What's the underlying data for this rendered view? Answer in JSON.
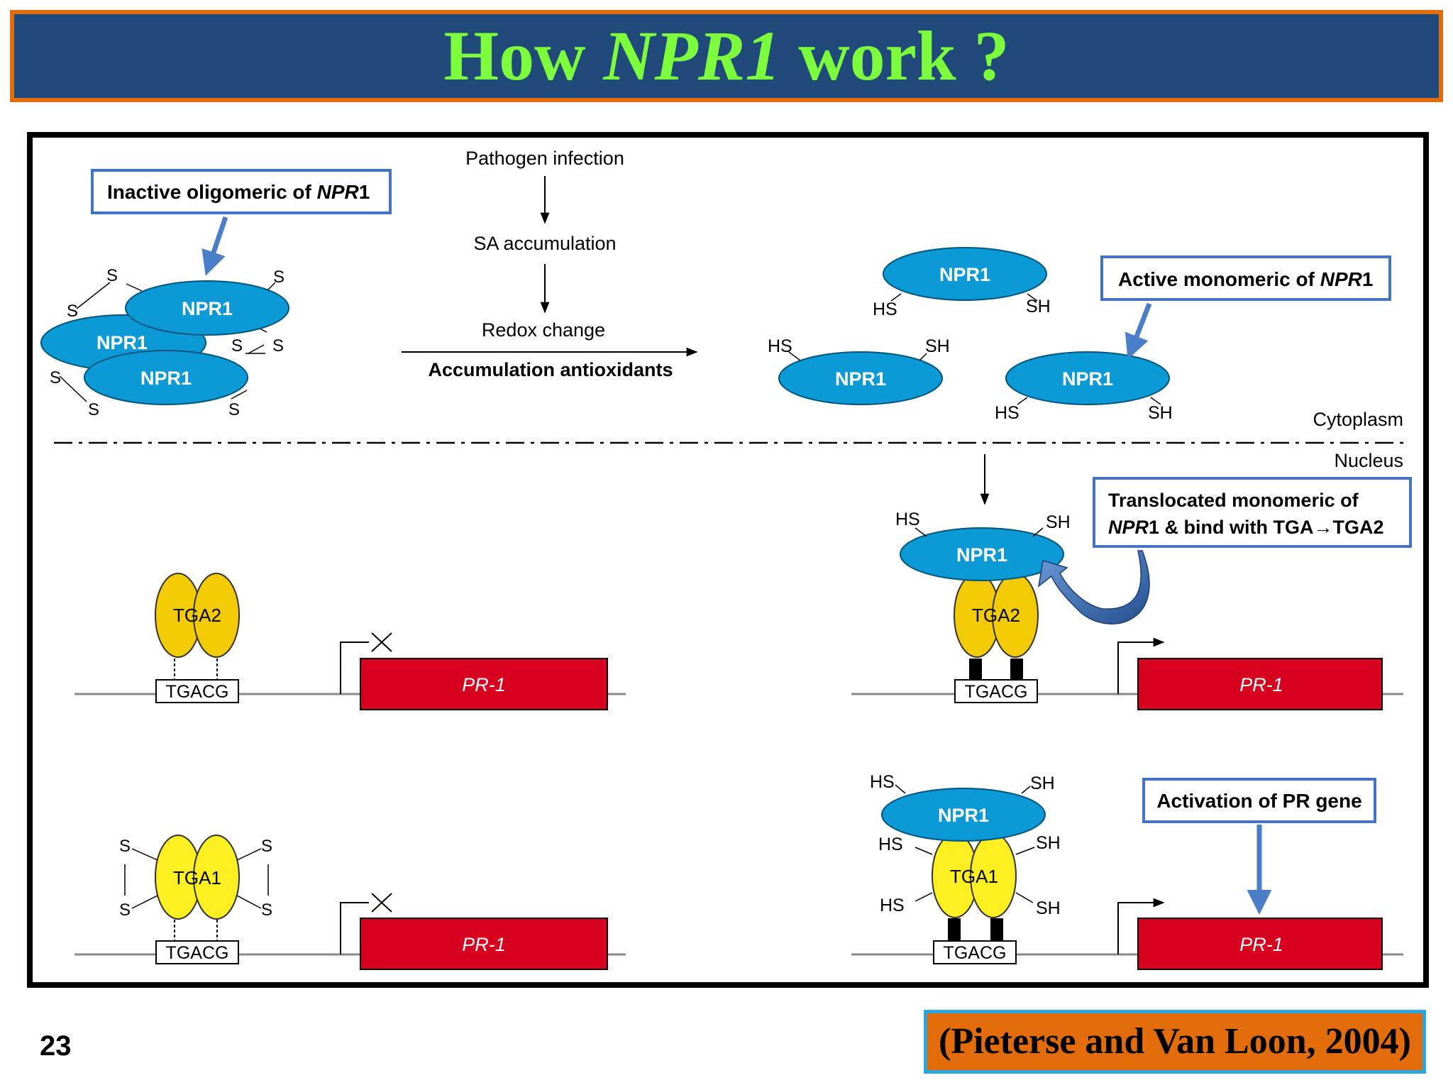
{
  "slide": {
    "title_prefix": "How ",
    "title_gene": "NPR1",
    "title_suffix": " work ?",
    "number": "23",
    "citation": "(Pieterse and Van Loon, 2004)"
  },
  "pathway": {
    "step1": "Pathogen infection",
    "step2": "SA accumulation",
    "step3": "Redox change",
    "step4": "Accumulation antioxidants"
  },
  "callouts": {
    "inactive_prefix": "Inactive oligomeric of ",
    "inactive_gene": "NPR",
    "inactive_suffix": "1",
    "active_prefix": "Active monomeric of ",
    "active_gene": "NPR",
    "active_suffix": "1",
    "translocated_line1": "Translocated monomeric of",
    "translocated_gene": "NPR",
    "translocated_line2": "1 & bind with TGA→TGA2",
    "activation": "Activation of PR gene"
  },
  "compartments": {
    "cytoplasm": "Cytoplasm",
    "nucleus": "Nucleus"
  },
  "labels": {
    "npr1": "NPR1",
    "tga2": "TGA2",
    "tga1": "TGA1",
    "tgacg": "TGACG",
    "pr1": "PR-1",
    "s": "S",
    "hs": "HS",
    "sh": "SH"
  },
  "colors": {
    "npr1_fill": "#0b9ad6",
    "tga2_fill": "#f2cb05",
    "tga1_fill": "#fbee21",
    "pr1_fill": "#d7001f",
    "callout_border": "#4472c4",
    "callout_arrow": "#4a7ec8"
  }
}
